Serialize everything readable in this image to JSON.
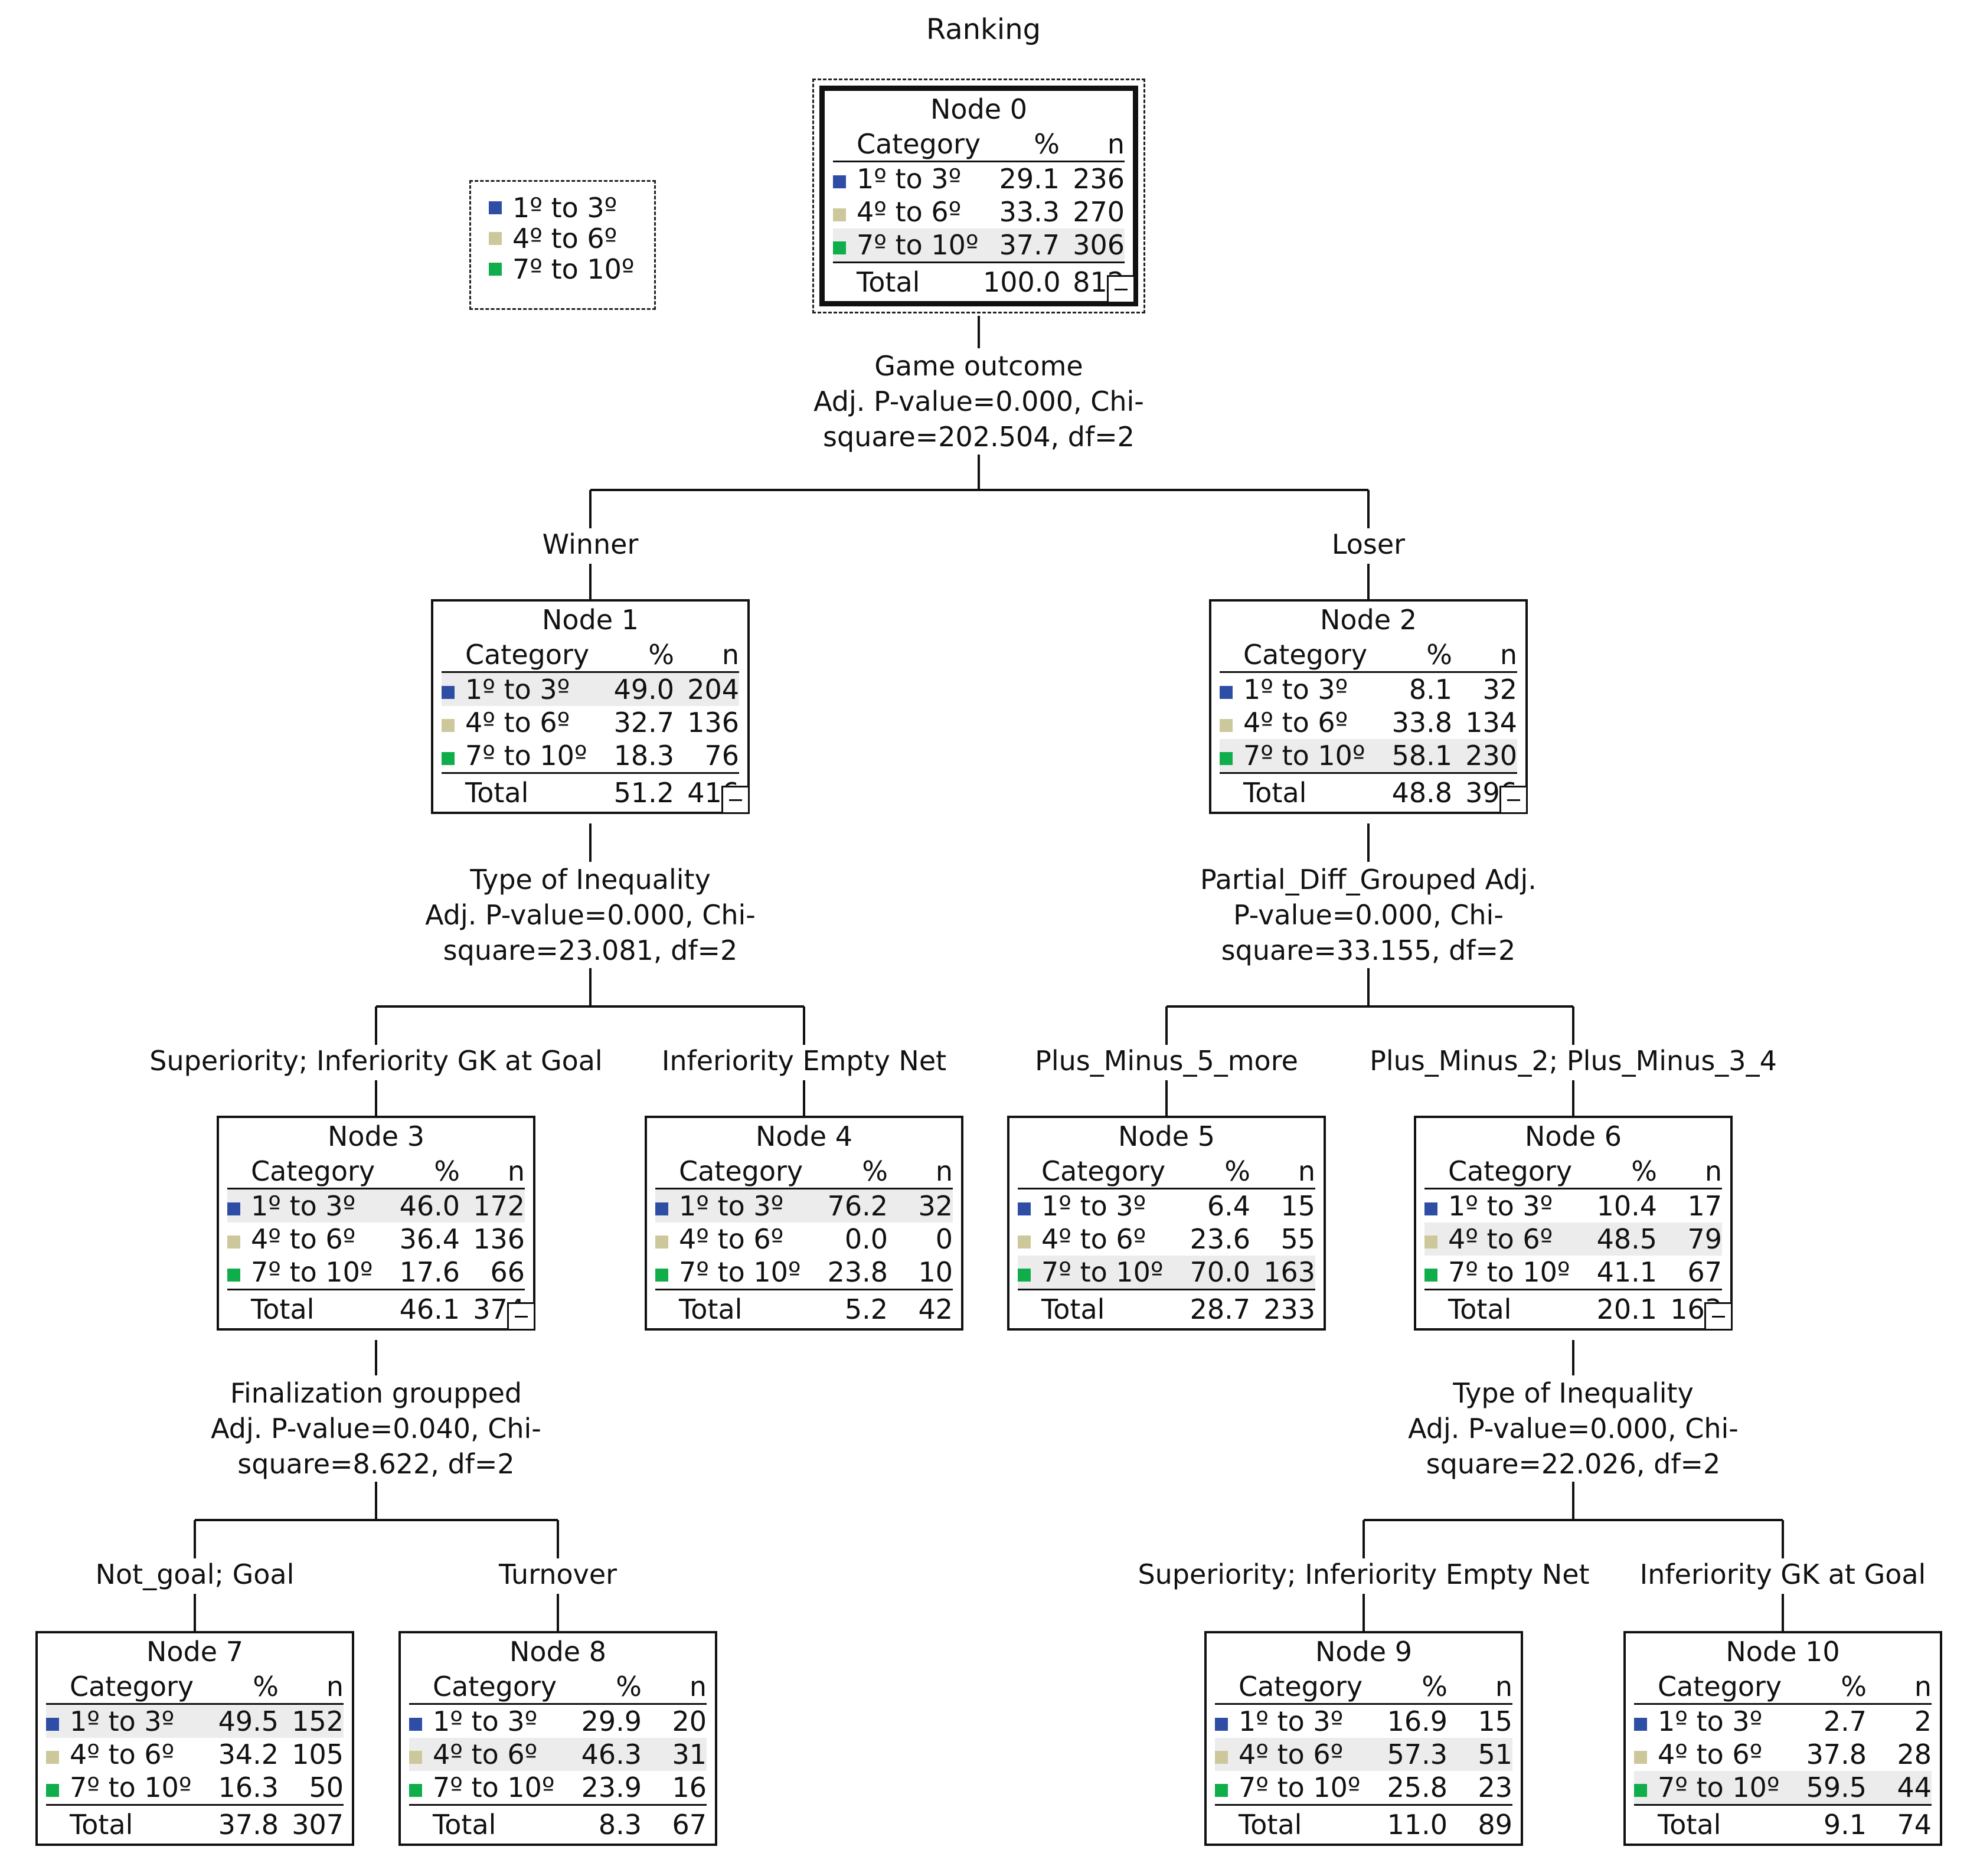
{
  "title": "Ranking",
  "colors": {
    "c1": "#2e4ea6",
    "c2": "#cdc89c",
    "c3": "#0fae4a"
  },
  "legend": [
    {
      "label": "1º to 3º",
      "color": "#2e4ea6"
    },
    {
      "label": "4º to 6º",
      "color": "#cdc89c"
    },
    {
      "label": "7º to 10º",
      "color": "#0fae4a"
    }
  ],
  "header": {
    "category": "Category",
    "pct": "%",
    "n": "n",
    "total": "Total"
  },
  "nodes": [
    {
      "title": "Node 0",
      "rows": [
        {
          "label": "1º to 3º",
          "pct": "29.1",
          "n": "236"
        },
        {
          "label": "4º to 6º",
          "pct": "33.3",
          "n": "270"
        },
        {
          "label": "7º to 10º",
          "pct": "37.7",
          "n": "306"
        }
      ],
      "total": {
        "pct": "100.0",
        "n": "812"
      }
    },
    {
      "title": "Node 1",
      "rows": [
        {
          "label": "1º to 3º",
          "pct": "49.0",
          "n": "204"
        },
        {
          "label": "4º to 6º",
          "pct": "32.7",
          "n": "136"
        },
        {
          "label": "7º to 10º",
          "pct": "18.3",
          "n": "76"
        }
      ],
      "total": {
        "pct": "51.2",
        "n": "416"
      }
    },
    {
      "title": "Node 2",
      "rows": [
        {
          "label": "1º to 3º",
          "pct": "8.1",
          "n": "32"
        },
        {
          "label": "4º to 6º",
          "pct": "33.8",
          "n": "134"
        },
        {
          "label": "7º to 10º",
          "pct": "58.1",
          "n": "230"
        }
      ],
      "total": {
        "pct": "48.8",
        "n": "396"
      }
    },
    {
      "title": "Node 3",
      "rows": [
        {
          "label": "1º to 3º",
          "pct": "46.0",
          "n": "172"
        },
        {
          "label": "4º to 6º",
          "pct": "36.4",
          "n": "136"
        },
        {
          "label": "7º to 10º",
          "pct": "17.6",
          "n": "66"
        }
      ],
      "total": {
        "pct": "46.1",
        "n": "374"
      }
    },
    {
      "title": "Node 4",
      "rows": [
        {
          "label": "1º to 3º",
          "pct": "76.2",
          "n": "32"
        },
        {
          "label": "4º to 6º",
          "pct": "0.0",
          "n": "0"
        },
        {
          "label": "7º to 10º",
          "pct": "23.8",
          "n": "10"
        }
      ],
      "total": {
        "pct": "5.2",
        "n": "42"
      }
    },
    {
      "title": "Node 5",
      "rows": [
        {
          "label": "1º to 3º",
          "pct": "6.4",
          "n": "15"
        },
        {
          "label": "4º to 6º",
          "pct": "23.6",
          "n": "55"
        },
        {
          "label": "7º to 10º",
          "pct": "70.0",
          "n": "163"
        }
      ],
      "total": {
        "pct": "28.7",
        "n": "233"
      }
    },
    {
      "title": "Node 6",
      "rows": [
        {
          "label": "1º to 3º",
          "pct": "10.4",
          "n": "17"
        },
        {
          "label": "4º to 6º",
          "pct": "48.5",
          "n": "79"
        },
        {
          "label": "7º to 10º",
          "pct": "41.1",
          "n": "67"
        }
      ],
      "total": {
        "pct": "20.1",
        "n": "163"
      }
    },
    {
      "title": "Node 7",
      "rows": [
        {
          "label": "1º to 3º",
          "pct": "49.5",
          "n": "152"
        },
        {
          "label": "4º to 6º",
          "pct": "34.2",
          "n": "105"
        },
        {
          "label": "7º to 10º",
          "pct": "16.3",
          "n": "50"
        }
      ],
      "total": {
        "pct": "37.8",
        "n": "307"
      }
    },
    {
      "title": "Node 8",
      "rows": [
        {
          "label": "1º to 3º",
          "pct": "29.9",
          "n": "20"
        },
        {
          "label": "4º to 6º",
          "pct": "46.3",
          "n": "31"
        },
        {
          "label": "7º to 10º",
          "pct": "23.9",
          "n": "16"
        }
      ],
      "total": {
        "pct": "8.3",
        "n": "67"
      }
    },
    {
      "title": "Node 9",
      "rows": [
        {
          "label": "1º to 3º",
          "pct": "16.9",
          "n": "15"
        },
        {
          "label": "4º to 6º",
          "pct": "57.3",
          "n": "51"
        },
        {
          "label": "7º to 10º",
          "pct": "25.8",
          "n": "23"
        }
      ],
      "total": {
        "pct": "11.0",
        "n": "89"
      }
    },
    {
      "title": "Node 10",
      "rows": [
        {
          "label": "1º to 3º",
          "pct": "2.7",
          "n": "2"
        },
        {
          "label": "4º to 6º",
          "pct": "37.8",
          "n": "28"
        },
        {
          "label": "7º to 10º",
          "pct": "59.5",
          "n": "44"
        }
      ],
      "total": {
        "pct": "9.1",
        "n": "74"
      }
    }
  ],
  "splits": [
    {
      "line1": "Game outcome",
      "line2": "Adj. P-value=0.000, Chi-",
      "line3": "square=202.504, df=2"
    },
    {
      "line1": "Type of Inequality",
      "line2": "Adj. P-value=0.000, Chi-",
      "line3": "square=23.081, df=2"
    },
    {
      "line1": "Partial_Diff_Grouped Adj.",
      "line2": "P-value=0.000, Chi-",
      "line3": "square=33.155, df=2"
    },
    {
      "line1": "Finalization groupped",
      "line2": "Adj. P-value=0.040, Chi-",
      "line3": "square=8.622, df=2"
    },
    {
      "line1": "Type of Inequality",
      "line2": "Adj. P-value=0.000, Chi-",
      "line3": "square=22.026, df=2"
    }
  ],
  "branches": [
    "Winner",
    "Loser",
    "Superiority; Inferiority GK at Goal",
    "Inferiority Empty Net",
    "Plus_Minus_5_more",
    "Plus_Minus_2; Plus_Minus_3_4",
    "Not_goal; Goal",
    "Turnover",
    "Superiority; Inferiority Empty Net",
    "Inferiority GK at Goal"
  ]
}
